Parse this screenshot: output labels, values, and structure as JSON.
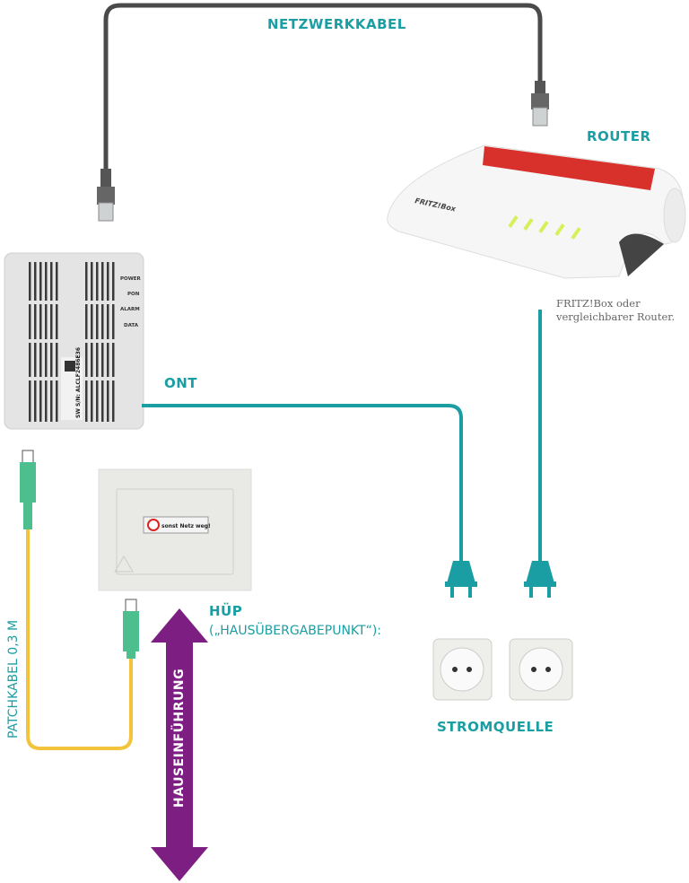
{
  "labels": {
    "network_cable": "NETZWERKKABEL",
    "router": "ROUTER",
    "router_caption_1": "FRITZ!Box oder",
    "router_caption_2": "vergleichbarer Router.",
    "ont": "ONT",
    "huep": "HÜP",
    "huep_full": "(„HAUSÜBERGABEPUNKT“):",
    "power_source": "STROMQUELLE",
    "patch_cable": "PATCHKABEL 0,3 M",
    "house_entry": "HAUSEINFÜHRUNG"
  },
  "ont_device": {
    "leds": [
      "POWER",
      "PON",
      "ALARM",
      "DATA"
    ],
    "serial": "SW S/N: ALCLF2486E36"
  },
  "router_device": {
    "brand": "FRITZ!Box"
  },
  "huep_device": {
    "sticker": "sonst Netz weg!"
  },
  "colors": {
    "teal": "#1a9ea3",
    "purple": "#7d1e82",
    "yellow": "#f2c33b",
    "network_cable": "#4a4a4a",
    "router_red": "#d8312c",
    "connector_green": "#4dbf8f"
  }
}
